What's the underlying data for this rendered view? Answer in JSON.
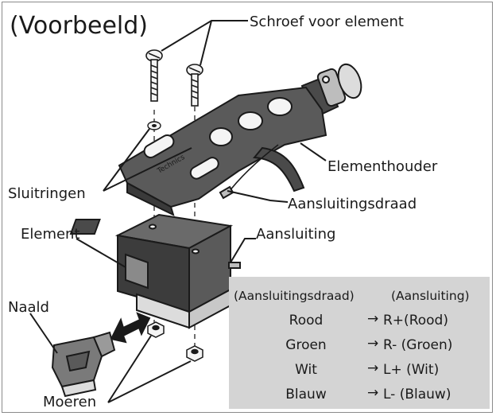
{
  "title": "(Voorbeeld)",
  "labels": {
    "screw": "Schroef voor element",
    "headshell": "Elementhouder",
    "washers": "Sluitringen",
    "lead_wire": "Aansluitingsdraad",
    "cartridge": "Element",
    "terminal": "Aansluiting",
    "stylus": "Naald",
    "nuts": "Moeren"
  },
  "brand_mark": "Technics",
  "table": {
    "header_left": "(Aansluitingsdraad)",
    "header_right": "(Aansluiting)",
    "rows": [
      {
        "wire": "Rood",
        "arrow": "→",
        "terminal": "R+(Rood)"
      },
      {
        "wire": "Groen",
        "arrow": "→",
        "terminal": "R- (Groen)"
      },
      {
        "wire": "Wit",
        "arrow": "→",
        "terminal": "L+ (Wit)"
      },
      {
        "wire": "Blauw",
        "arrow": "→",
        "terminal": "L- (Blauw)"
      }
    ]
  },
  "colors": {
    "headshell": "#5a5a5a",
    "cartridge": "#4a4a4a",
    "table_bg": "#d4d4d4",
    "outline": "#1a1a1a"
  }
}
